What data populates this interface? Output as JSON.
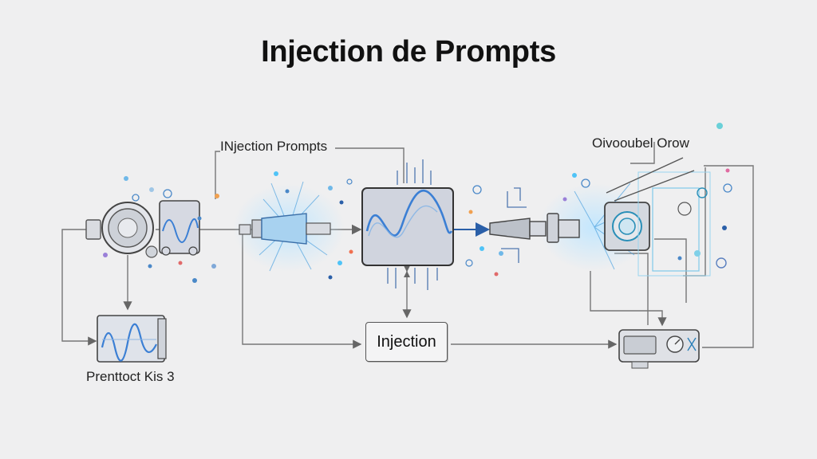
{
  "title": "Injection de Prompts",
  "labels": {
    "prompts": "INjection Prompts",
    "output": "Oivooubel Orow",
    "kit": "Prenttoct Kis 3",
    "injection": "Injection"
  },
  "colors": {
    "wave": "#3b7fd4",
    "glow": "#4fc3f7",
    "stroke": "#555555",
    "box_fill": "#d6d9e2"
  }
}
